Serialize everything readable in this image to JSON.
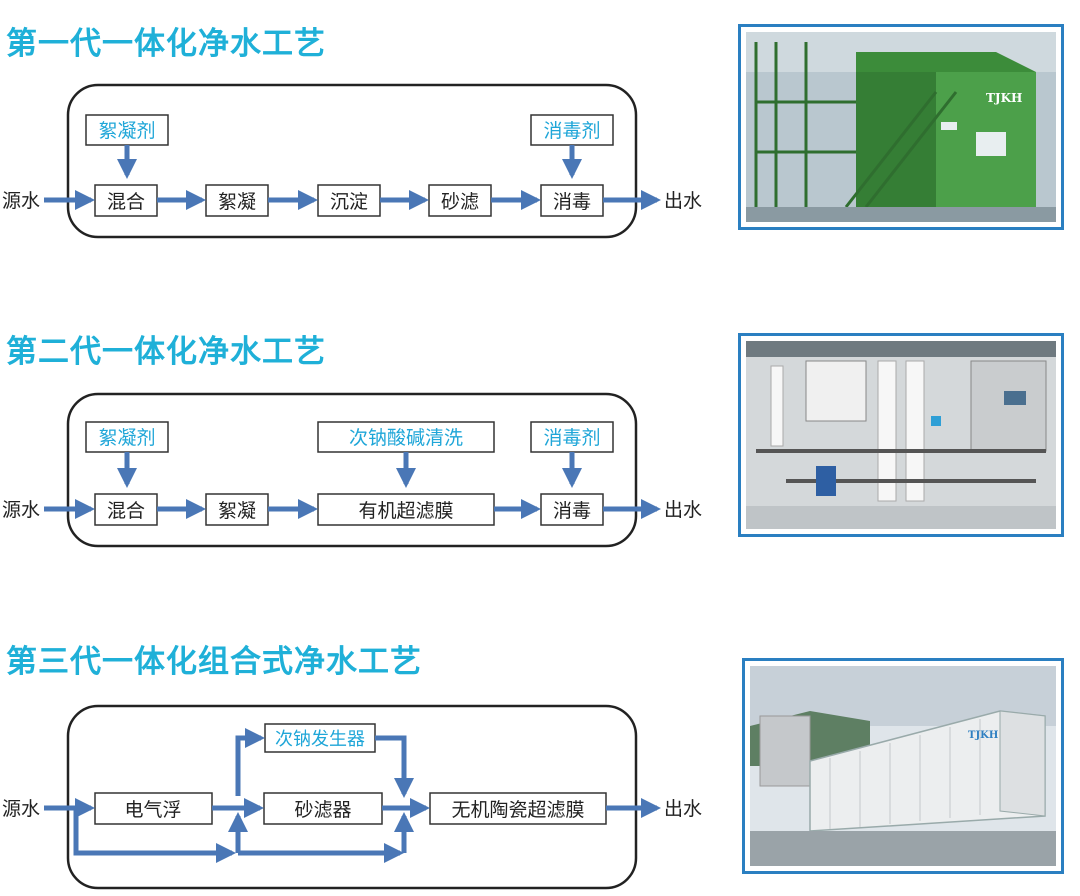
{
  "colors": {
    "title": "#1fb0d8",
    "arrow": "#4a77b6",
    "blue_text": "#1fa6d8",
    "box_border": "#333333",
    "frame": "#2a7fc1"
  },
  "sections": [
    {
      "title": "第一代一体化净水工艺",
      "input": "源水",
      "output": "出水",
      "steps": [
        "混合",
        "絮凝",
        "沉淀",
        "砂滤",
        "消毒"
      ],
      "dosing": [
        "絮凝剂",
        "消毒剂"
      ]
    },
    {
      "title": "第二代一体化净水工艺",
      "input": "源水",
      "output": "出水",
      "steps": [
        "混合",
        "絮凝",
        "有机超滤膜",
        "消毒"
      ],
      "dosing": [
        "絮凝剂",
        "次钠酸碱清洗",
        "消毒剂"
      ]
    },
    {
      "title": "第三代一体化组合式净水工艺",
      "input": "源水",
      "output": "出水",
      "steps": [
        "电气浮",
        "砂滤器",
        "无机陶瓷超滤膜"
      ],
      "dosing": [
        "次钠发生器"
      ]
    }
  ],
  "photos": [
    {
      "subject": "green-plant-tank",
      "brand": "TJKH"
    },
    {
      "subject": "ultrafiltration-skid"
    },
    {
      "subject": "container-unit",
      "brand": "TJKH"
    }
  ]
}
